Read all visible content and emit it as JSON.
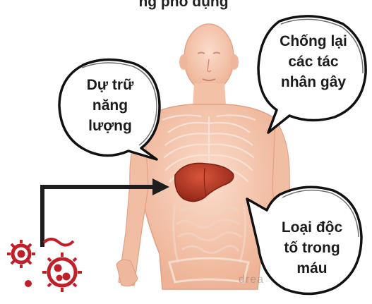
{
  "header": {
    "partial_title": "ng phổ dụng"
  },
  "bubbles": {
    "energy": {
      "lines": [
        "Dự trữ",
        "năng",
        "lượng"
      ]
    },
    "defense": {
      "lines": [
        "Chống lại",
        "các tác",
        "nhân gây"
      ]
    },
    "detox": {
      "lines": [
        "Loại độc",
        "tố trong",
        "máu"
      ]
    }
  },
  "watermark": {
    "text": "drea"
  },
  "colors": {
    "skin": "#f6c9b2",
    "skin_shadow": "#e9a88d",
    "liver": "#b8321f",
    "arrow": "#1e1e1e",
    "germ": "#c0202a",
    "bubble_stroke": "#111111"
  },
  "icons": [
    "germ-cluster-icon",
    "arrow-icon"
  ]
}
